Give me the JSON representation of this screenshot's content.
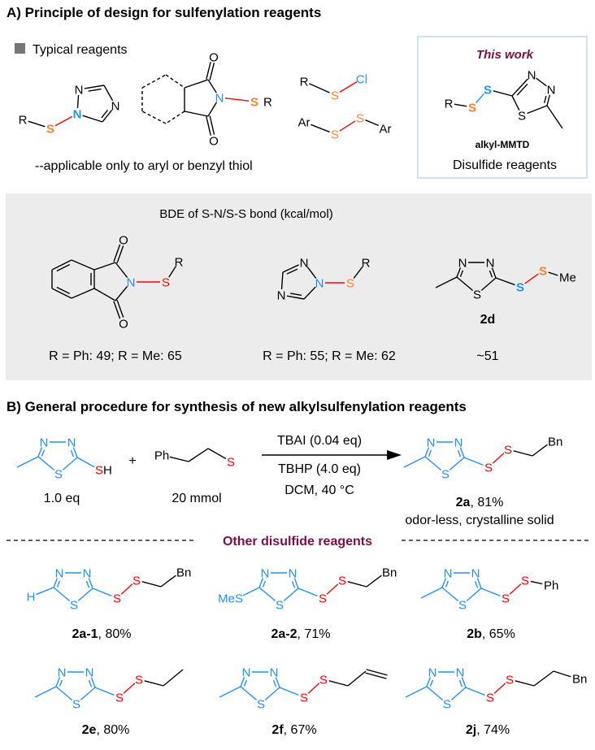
{
  "section_a": {
    "title": "A) Principle of design for sulfenylation reagents",
    "legend": "Typical reagents",
    "note": "--applicable only to aryl or benzyl thiol",
    "this_work": {
      "heading": "This work",
      "name": "alkyl-MMTD",
      "subtitle": "Disulfide reagents"
    },
    "bde": {
      "title": "BDE of S-N/S-S bond (kcal/mol)",
      "values": [
        "R = Ph: 49;  R = Me: 65",
        "R = Ph: 55;  R = Me: 62",
        "~51"
      ],
      "compound": "2d"
    }
  },
  "section_b": {
    "title": "B) General procedure for synthesis of new alkylsulfenylation reagents",
    "reactant1_amount": "1.0 eq",
    "plus": "+",
    "reactant2_amount": "20 mmol",
    "conditions": [
      "TBAI (0.04 eq)",
      "TBHP (4.0 eq)",
      "DCM, 40 °C"
    ],
    "product": {
      "id": "2a",
      "yield": ", 81%",
      "note": "odor-less, crystalline solid"
    },
    "divider": "Other disulfide reagents",
    "compounds": [
      {
        "id": "2a-1",
        "yield": ", 80%"
      },
      {
        "id": "2a-2",
        "yield": ", 71%"
      },
      {
        "id": "2b",
        "yield": ", 65%"
      },
      {
        "id": "2e",
        "yield": ", 80%"
      },
      {
        "id": "2f",
        "yield": ", 67%"
      },
      {
        "id": "2j",
        "yield": ", 74%"
      }
    ]
  },
  "atoms": {
    "N": "N",
    "S": "S",
    "O": "O",
    "R": "R",
    "Cl": "Cl",
    "Ar": "Ar",
    "H": "H",
    "Me": "Me",
    "MeS": "MeS",
    "Ph": "Ph",
    "Bn": "Bn"
  },
  "colors": {
    "blue": "#1e90ff",
    "orange": "#ff7f2a",
    "red": "#ff0000",
    "purple": "#7b0f45",
    "panel": "#ececec",
    "box_border": "#cfe3f7"
  }
}
